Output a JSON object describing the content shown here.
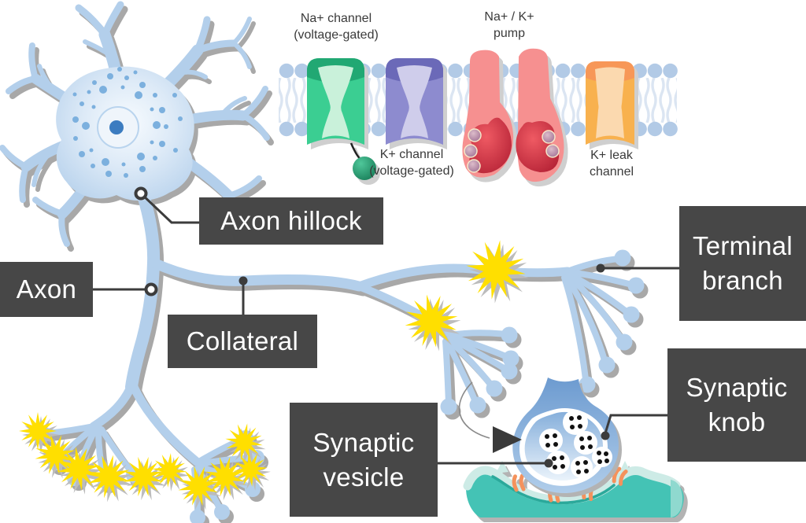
{
  "neuron_labels": {
    "axon_hillock": "Axon hillock",
    "axon": "Axon",
    "collateral": "Collateral",
    "terminal_branch": [
      "Terminal",
      "branch"
    ],
    "synaptic_knob": [
      "Synaptic",
      "knob"
    ],
    "synaptic_vesicle": [
      "Synaptic",
      "vesicle"
    ]
  },
  "membrane_labels": {
    "na_channel": [
      "Na+ channel",
      "(voltage-gated)"
    ],
    "na_k_pump": [
      "Na+ / K+",
      "pump"
    ],
    "k_channel": [
      "K+ channel",
      "(voltage-gated)"
    ],
    "k_leak_channel": [
      "K+ leak",
      "channel"
    ]
  },
  "colors": {
    "callout_box": "#474747",
    "callout_text": "#ffffff",
    "leader_line": "#3c3c3c",
    "neuron_blue": "#b3cfeb",
    "shadow_gray": "#a8a8a8",
    "star_yellow": "#ffdf00",
    "na_channel_green": "#3bce92",
    "k_channel_purple": "#8d8bcf",
    "pump_pink": "#f69090",
    "pump_red": "#d42b3e",
    "k_leak_orange": "#f8b14e",
    "lipid_head_blue": "#b2cae6",
    "postsynaptic_teal": "#44c3b5",
    "receptor_orange": "#f4925c",
    "nucleolus_blue": "#3c7cc0"
  }
}
